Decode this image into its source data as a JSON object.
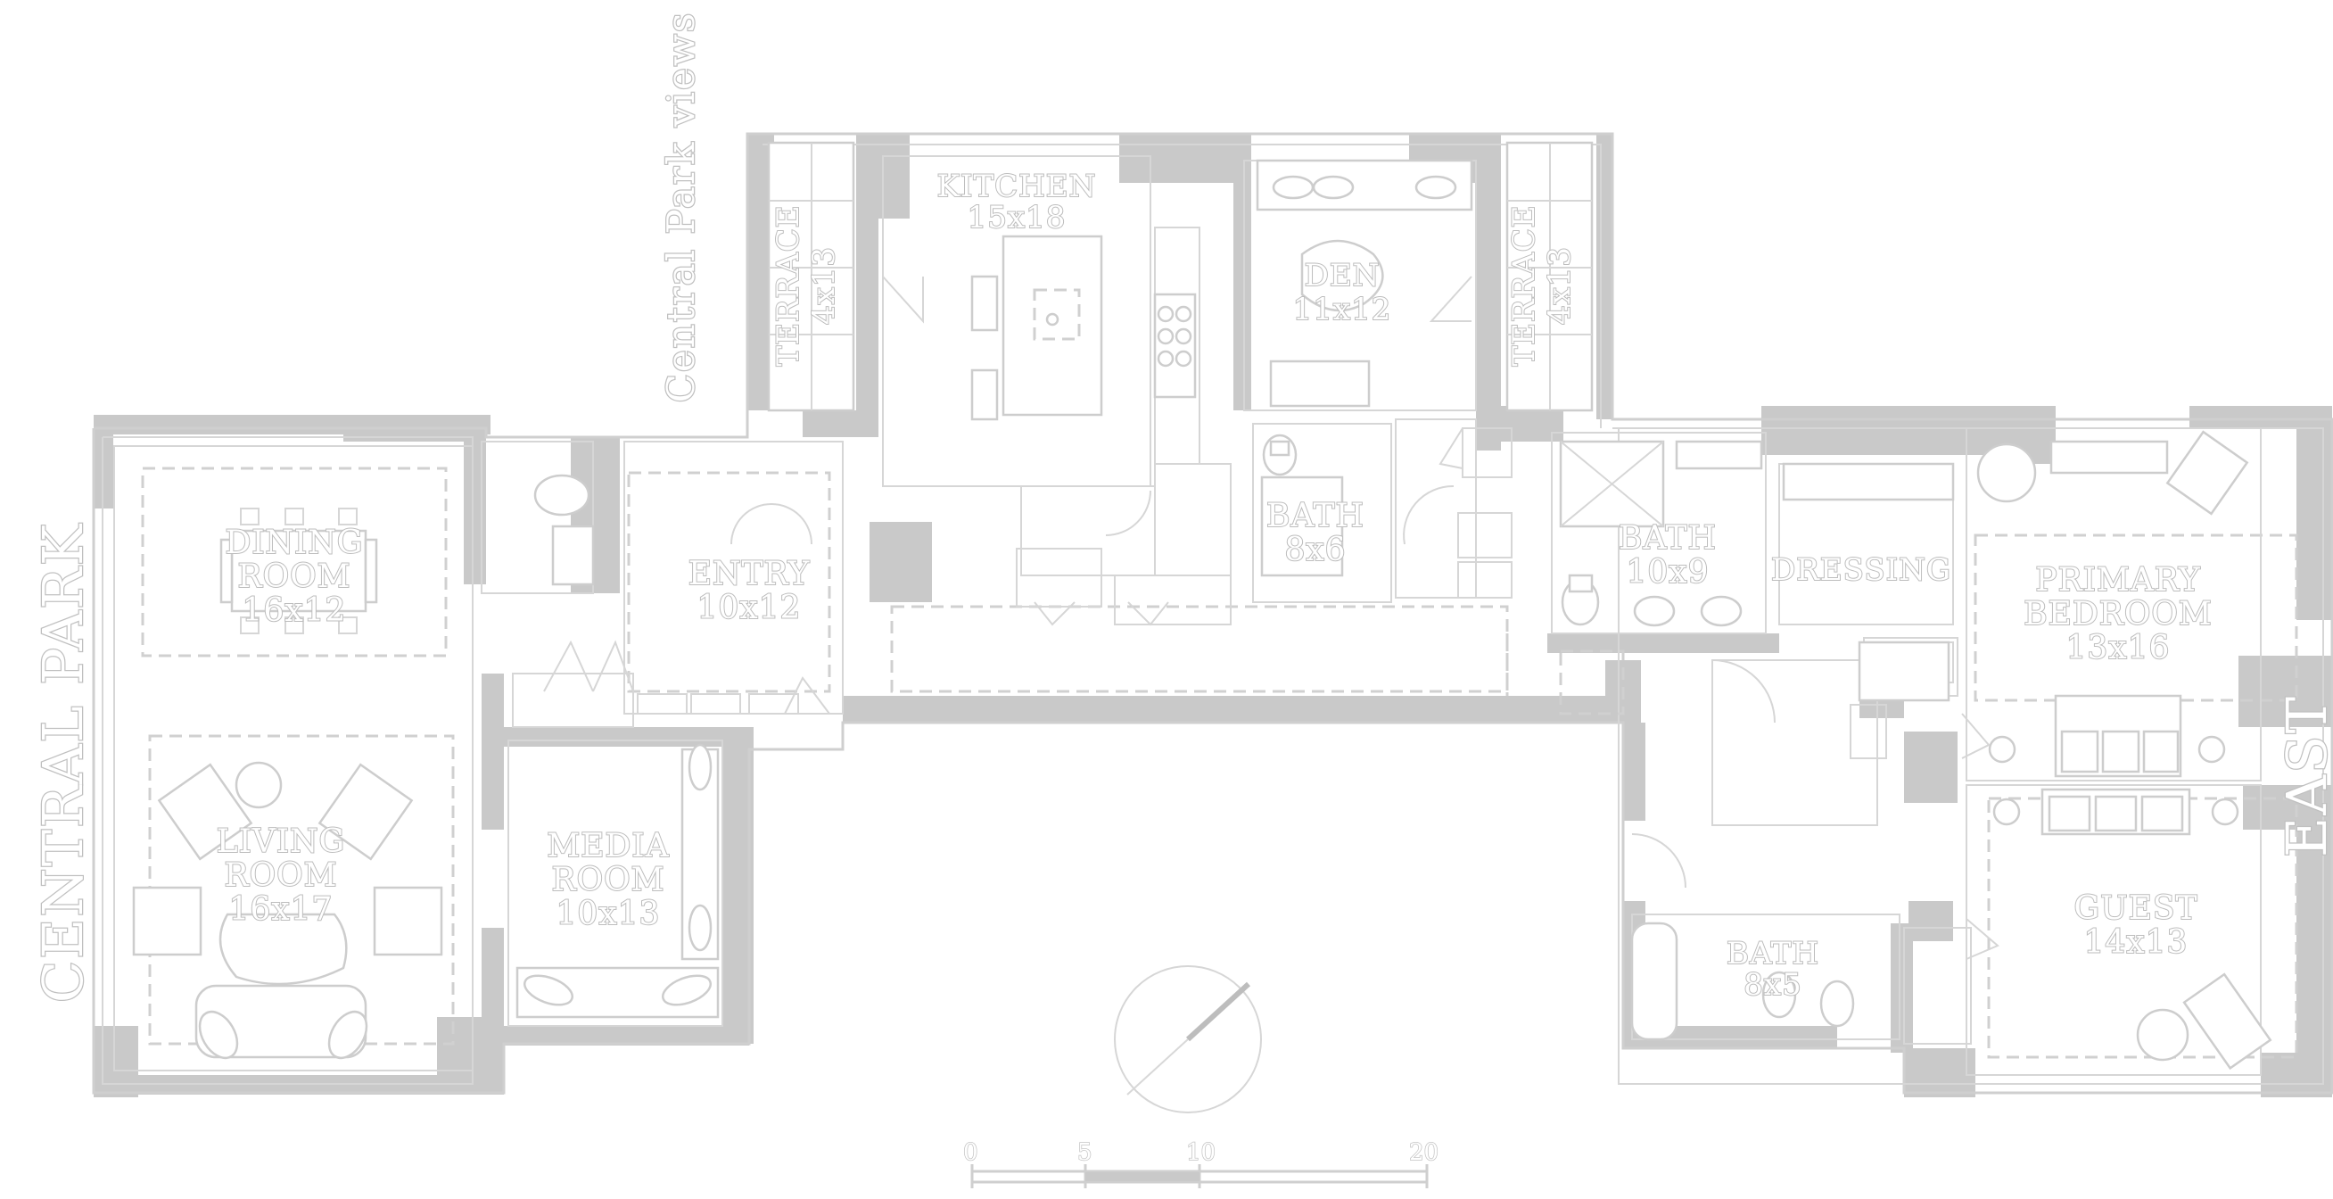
{
  "exterior_labels": {
    "west": "CENTRAL PARK",
    "north": "Central Park views",
    "east": "EAST"
  },
  "rooms": {
    "kitchen": {
      "name": "KITCHEN",
      "size": "15x18"
    },
    "terrace_w": {
      "name": "TERRACE",
      "size": "4x13"
    },
    "den": {
      "name": "DEN",
      "size": "11x12"
    },
    "terrace_e": {
      "name": "TERRACE",
      "size": "4x13"
    },
    "dining": {
      "name_l1": "DINING",
      "name_l2": "ROOM",
      "size": "16x12"
    },
    "entry": {
      "name": "ENTRY",
      "size": "10x12"
    },
    "bath_small": {
      "name": "BATH",
      "size": "8x6"
    },
    "bath_primary": {
      "name": "BATH",
      "size": "10x9"
    },
    "dressing": {
      "name": "DRESSING"
    },
    "primary": {
      "name_l1": "PRIMARY",
      "name_l2": "BEDROOM",
      "size": "13x16"
    },
    "living": {
      "name_l1": "LIVING",
      "name_l2": "ROOM",
      "size": "16x17"
    },
    "media": {
      "name_l1": "MEDIA",
      "name_l2": "ROOM",
      "size": "10x13"
    },
    "bath_guest": {
      "name": "BATH",
      "size": "8x5"
    },
    "guest": {
      "name": "GUEST",
      "size": "14x13"
    }
  },
  "scale_bar": {
    "ticks": [
      "0",
      "5",
      "10",
      "20"
    ],
    "tick_values": [
      0,
      5,
      10,
      20
    ]
  },
  "compass": {
    "icon": "north-arrow-icon"
  },
  "colors": {
    "wall": "#c9c9c9",
    "outline": "#cfcfcf",
    "background": "#ffffff"
  }
}
